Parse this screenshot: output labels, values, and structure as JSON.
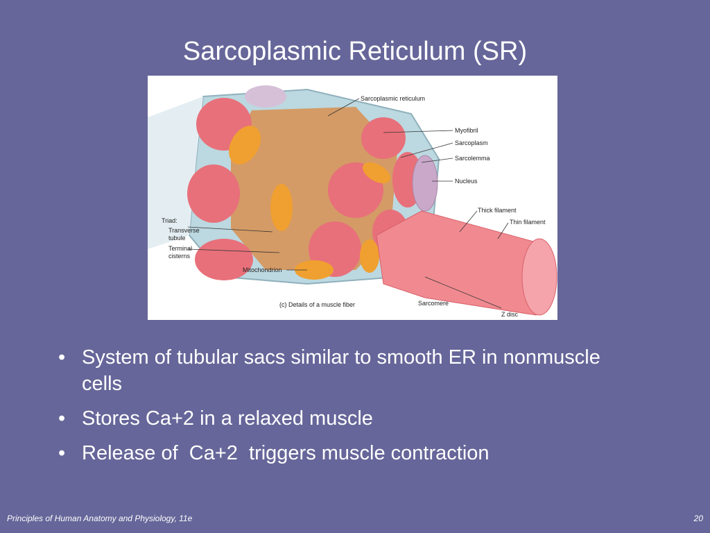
{
  "slide": {
    "title": "Sarcoplasmic Reticulum (SR)",
    "bullets": [
      "System of tubular sacs similar to smooth ER in nonmuscle cells",
      "Stores Ca+2 in a relaxed muscle",
      "Release of  Ca+2  triggers muscle contraction"
    ],
    "bullet_char": "•",
    "footer_text": "Principles of Human Anatomy and Physiology, 11e",
    "page_number": "20"
  },
  "figure": {
    "caption": "(c) Details of a muscle fiber",
    "labels": {
      "sarcoplasmic_reticulum": "Sarcoplasmic reticulum",
      "myofibril": "Myofibril",
      "sarcoplasm": "Sarcoplasm",
      "sarcolemma": "Sarcolemma",
      "nucleus": "Nucleus",
      "thick_filament": "Thick filament",
      "thin_filament": "Thin filament",
      "triad": "Triad:",
      "transverse_tubule_1": "Transverse",
      "transverse_tubule_2": "tubule",
      "terminal_cisterns_1": "Terminal",
      "terminal_cisterns_2": "cisterns",
      "mitochondrion": "Mitochondrion",
      "sarcomere": "Sarcomere",
      "z_disc": "Z disc"
    }
  },
  "colors": {
    "background": "#66669a",
    "text": "#ffffff",
    "myofibril": "#e8707a",
    "mitochondrion": "#f0a030",
    "reticulum": "#d89050",
    "sarcolemma": "#bcd8e0"
  }
}
